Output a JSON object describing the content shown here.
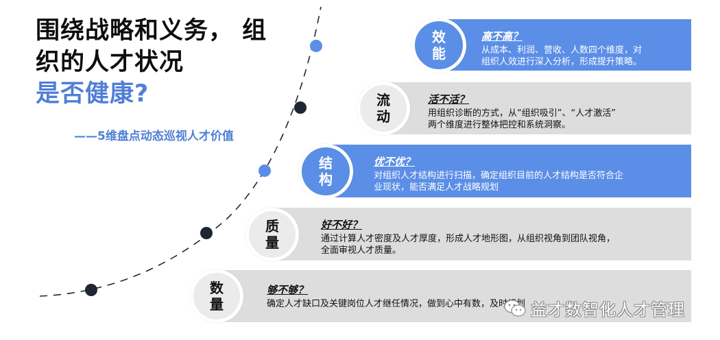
{
  "title": {
    "line1": "围绕战略和义务， 组",
    "line2": "织的人才状况",
    "line3": "是否健康?"
  },
  "subtitle": "——5维盘点动态巡视人才价值",
  "colors": {
    "accent": "#5b8ee6",
    "title_blue": "#4f7fd6",
    "gray_bar": "#dddddd",
    "dark_dot": "#1f2633"
  },
  "items": [
    {
      "circle_line1": "效",
      "circle_line2": "能",
      "heading": "高不高？",
      "desc_line1": "从成本、利润、营收、人数四个维度，对",
      "desc_line2": "组织人效进行深入分析，形成提升策略。",
      "style": "blue"
    },
    {
      "circle_line1": "流",
      "circle_line2": "动",
      "heading": "活不活？",
      "desc_line1": "用组织诊断的方式，从“组织吸引”、“人才激活”",
      "desc_line2": "两个维度进行整体把控和系统洞察。",
      "style": "gray"
    },
    {
      "circle_line1": "结",
      "circle_line2": "构",
      "heading": "优不优？",
      "desc_line1": "对组织人才结构进行扫描，确定组织目前的人才结构是否符合企",
      "desc_line2": "业现状，能否满足人才战略规划",
      "style": "blue"
    },
    {
      "circle_line1": "质",
      "circle_line2": "量",
      "heading": "好不好？",
      "desc_line1": "通过计算人才密度及人才厚度，形成人才地形图，从组织视角到团队视角，",
      "desc_line2": "全面审视人才质量。",
      "style": "gray"
    },
    {
      "circle_line1": "数",
      "circle_line2": "量",
      "heading": "够不够？",
      "desc_line1": "确定人才缺口及关键岗位人才继任情况，做到心中有数，及时规划",
      "desc_line2": "",
      "style": "gray"
    }
  ],
  "watermark": {
    "text": "益才数智化人才管理",
    "icon": "wechat-icon"
  }
}
